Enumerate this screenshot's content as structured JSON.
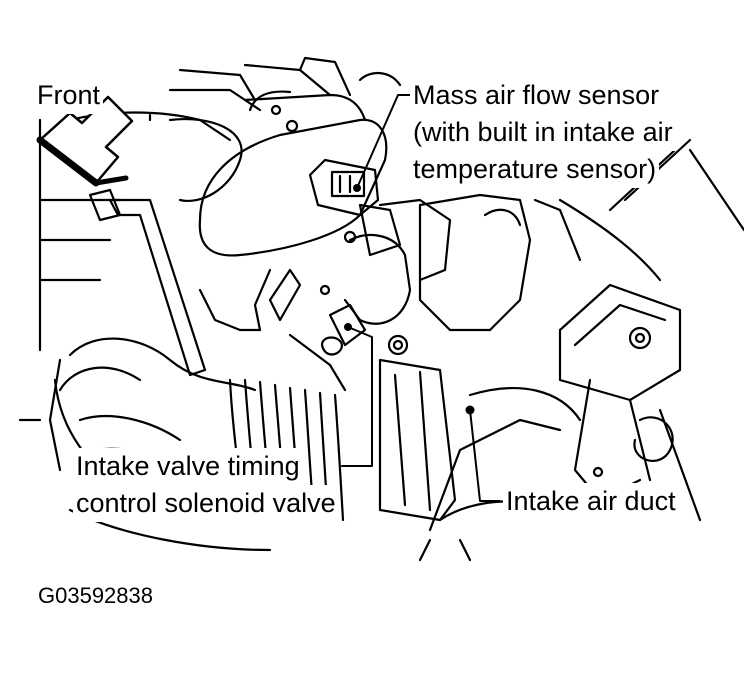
{
  "labels": {
    "front": "Front",
    "maf_line1": "Mass air flow sensor",
    "maf_line2": "(with built in intake air",
    "maf_line3": "temperature sensor)",
    "ivt_line1": "Intake valve timing",
    "ivt_line2": "control solenoid valve",
    "intake_air_duct": "Intake air duct"
  },
  "figure_code": "G03592838",
  "colors": {
    "ink": "#000000",
    "paper": "#ffffff"
  }
}
